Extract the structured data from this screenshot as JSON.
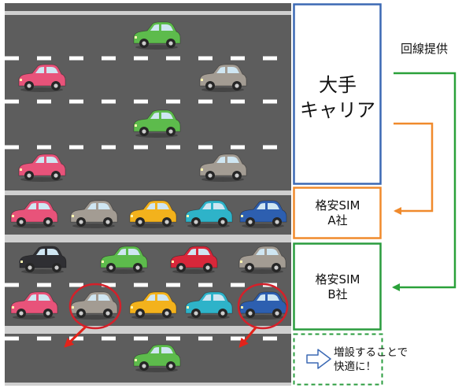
{
  "labels": {
    "line_provide": "回線提供",
    "major_carrier_line1": "大手",
    "major_carrier_line2": "キャリア",
    "mvno_a_line1": "格安SIM",
    "mvno_a_line2": "A社",
    "mvno_b_line1": "格安SIM",
    "mvno_b_line2": "B社",
    "expand_line1": "増設することで",
    "expand_line2": "快適に！"
  },
  "colors": {
    "road": "#5d5d5d",
    "lane_mark": "#ffffff",
    "shoulder": "#cfcfcf",
    "carrier_box": "#3b69b4",
    "mvno_a_box": "#f08a2c",
    "mvno_b_box": "#2a9c3e",
    "arrow_green": "#2aa13a",
    "arrow_orange": "#f08a2c",
    "highlight_circle": "#d4202a",
    "down_arrow": "#e2231a",
    "hint_arrow": "#3b69b4"
  },
  "cars": {
    "green": "#5dbb4c",
    "pink": "#e8537a",
    "gray": "#a39c93",
    "yellow": "#f3b21c",
    "teal": "#2eb3c9",
    "blue": "#2d5fb0",
    "black": "#2f2f33",
    "red": "#d8273a"
  },
  "icons": {
    "hint_arrow": "right-outline-arrow-icon",
    "down_arrows": "down-left-arrow-icon"
  }
}
